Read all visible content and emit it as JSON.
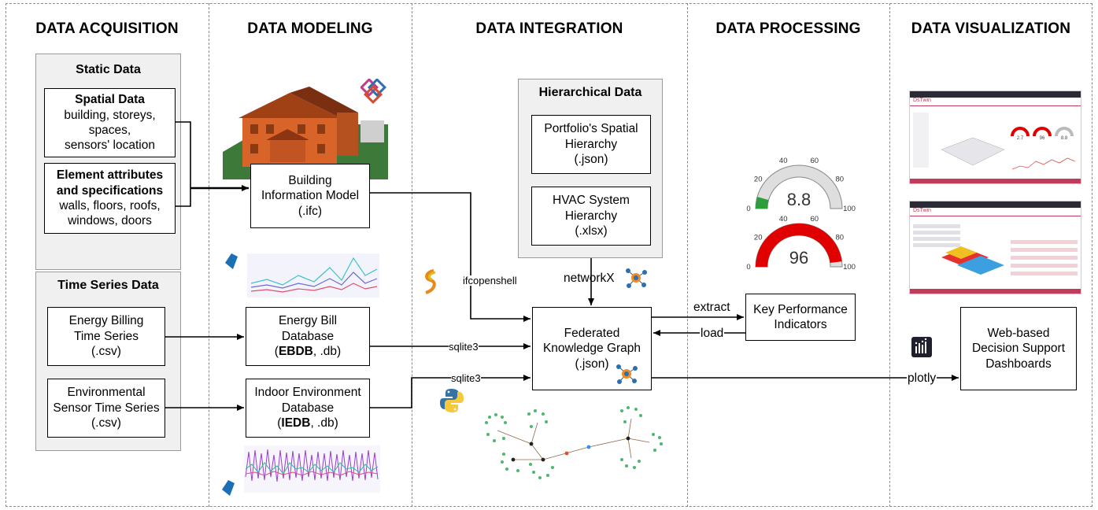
{
  "columns": {
    "acquisition": "DATA ACQUISITION",
    "modeling": "DATA MODELING",
    "integration": "DATA INTEGRATION",
    "processing": "DATA PROCESSING",
    "visualization": "DATA VISUALIZATION"
  },
  "static_group": {
    "title": "Static Data",
    "spatial": {
      "title": "Spatial Data",
      "lines": [
        "building, storeys,",
        "spaces,",
        "sensors' location"
      ]
    },
    "elements": {
      "title": [
        "Element attributes",
        "and specifications"
      ],
      "lines": [
        "walls, floors, roofs,",
        "windows, doors"
      ]
    }
  },
  "timeseries_group": {
    "title": "Time Series Data",
    "energy": [
      "Energy Billing",
      "Time Series",
      "(.csv)"
    ],
    "environment": [
      "Environmental",
      "Sensor Time Series",
      "(.csv)"
    ]
  },
  "bim": [
    "Building",
    "Information Model",
    "(.ifc)"
  ],
  "ebdb": {
    "lines": [
      "Energy Bill",
      "Database"
    ],
    "bold": "EBDB",
    "rest": ", .db)"
  },
  "iedb": {
    "lines": [
      "Indoor Environment",
      "Database"
    ],
    "bold": "IEDB",
    "rest": ", .db)"
  },
  "hierarchical_group": {
    "title": "Hierarchical Data",
    "portfolio": [
      "Portfolio's Spatial",
      "Hierarchy",
      "(.json)"
    ],
    "hvac": [
      "HVAC System",
      "Hierarchy",
      "(.xlsx)"
    ]
  },
  "fkg": [
    "Federated",
    "Knowledge Graph",
    "(.json)"
  ],
  "kpi": [
    "Key Performance",
    "Indicators"
  ],
  "dashboards": [
    "Web-based",
    "Decision Support",
    "Dashboards"
  ],
  "edge_labels": {
    "ifcopenshell": "ifcopenshell",
    "networkx": "networkX",
    "sqlite3_a": "sqlite3",
    "sqlite3_b": "sqlite3",
    "extract": "extract",
    "load": "load",
    "plotly": "plotly"
  },
  "gauges": [
    {
      "value": "8.8",
      "ticks": [
        "0",
        "20",
        "40",
        "60",
        "80",
        "100"
      ],
      "level": 0.088,
      "color": "#2e9e3c"
    },
    {
      "value": "96",
      "ticks": [
        "0",
        "20",
        "40",
        "60",
        "80",
        "100"
      ],
      "level": 0.96,
      "color": "#e00000"
    }
  ],
  "dashboard_thumbs": [
    {
      "brand": "DsTwin",
      "numbers": [
        "2.7",
        "96",
        "8.8"
      ]
    },
    {
      "brand": "DsTwin",
      "numbers": []
    }
  ]
}
